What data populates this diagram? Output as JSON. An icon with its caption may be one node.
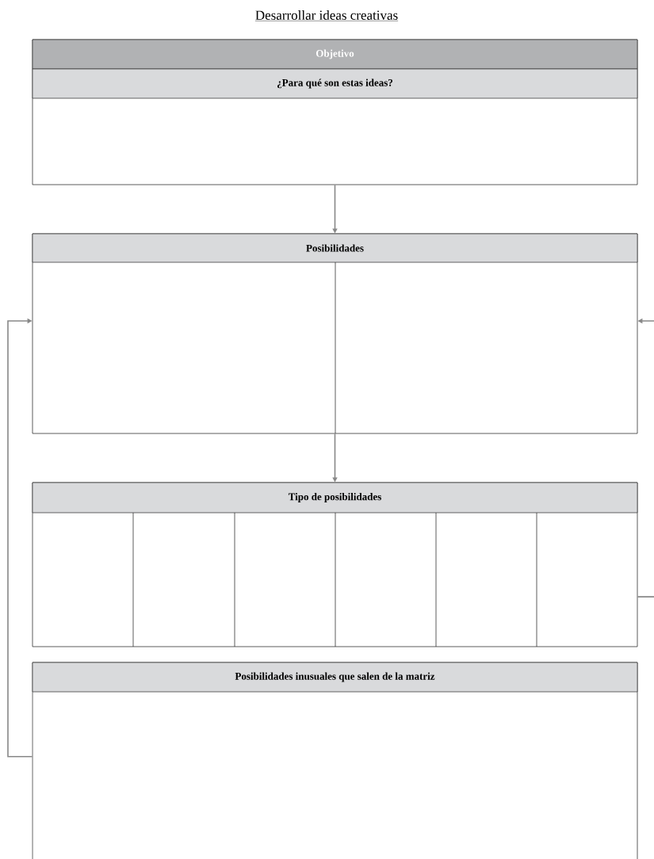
{
  "diagram": {
    "title": "Desarrollar ideas creativas",
    "nodes": [
      {
        "text": [
          "Objetivo",
          "¿Para qué son estas ideas?"
        ]
      },
      {
        "text": [
          "Posibilidades"
        ]
      },
      {
        "text": [
          "Tipo de posibilidades"
        ]
      },
      {
        "text": [
          "Posibilidades inusuales que salen de la matriz"
        ]
      }
    ],
    "edges": [
      {
        "from": 0,
        "to": 1,
        "arrow": "to"
      },
      {
        "from": 1,
        "to": 2,
        "arrow": "to"
      },
      {
        "from": 3,
        "to": 1,
        "arrow": "to"
      },
      {
        "from": 2,
        "to": 1,
        "arrow": "to"
      }
    ]
  }
}
